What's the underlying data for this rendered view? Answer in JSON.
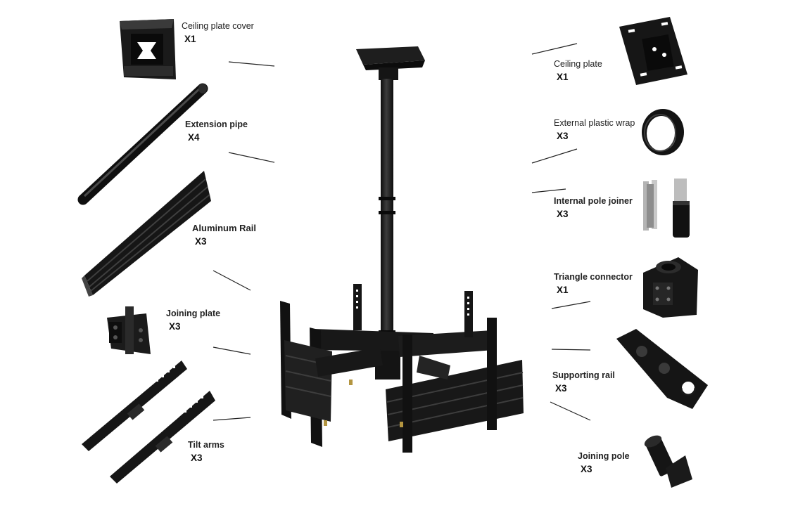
{
  "parts": {
    "ceiling_plate_cover": {
      "name": "Ceiling plate cover",
      "qty": "X1"
    },
    "extension_pipe": {
      "name": "Extension pipe",
      "qty": "X4"
    },
    "aluminum_rail": {
      "name": "Aluminum Rail",
      "qty": "X3"
    },
    "joining_plate": {
      "name": "Joining plate",
      "qty": "X3"
    },
    "tilt_arms": {
      "name": "Tilt arms",
      "qty": "X3"
    },
    "ceiling_plate": {
      "name": "Ceiling plate",
      "qty": "X1"
    },
    "external_plastic_wrap": {
      "name": "External plastic wrap",
      "qty": "X3"
    },
    "internal_pole_joiner": {
      "name": "Internal pole joiner",
      "qty": "X3"
    },
    "triangle_connector": {
      "name": "Triangle connector",
      "qty": "X1"
    },
    "supporting_rail": {
      "name": "Supporting rail",
      "qty": "X3"
    },
    "joining_pole": {
      "name": "Joining pole",
      "qty": "X3"
    }
  },
  "colors": {
    "part": "#161616",
    "part_highlight": "#3a3a3a",
    "metal": "#b9b9b9",
    "leader": "#222222"
  },
  "icons": [
    "ceiling-plate-cover-icon",
    "extension-pipe-icon",
    "aluminum-rail-icon",
    "joining-plate-icon",
    "tilt-arm-icon",
    "ceiling-plate-icon",
    "plastic-wrap-icon",
    "pole-joiner-icon",
    "triangle-connector-icon",
    "supporting-rail-icon",
    "joining-pole-icon",
    "assembled-mount-icon"
  ]
}
